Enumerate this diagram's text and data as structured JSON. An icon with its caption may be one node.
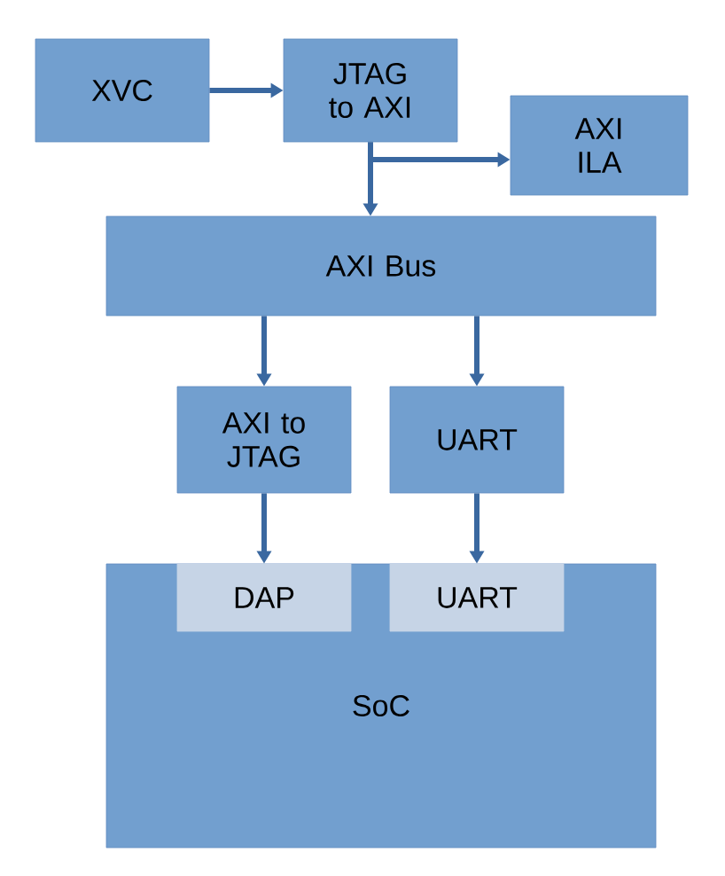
{
  "diagram": {
    "nodes": [
      {
        "text": [
          "XVC"
        ]
      },
      {
        "text": [
          "JTAG to AXI"
        ]
      },
      {
        "text": [
          "AXI ILA"
        ]
      },
      {
        "text": [
          "AXI Bus"
        ]
      },
      {
        "text": [
          "AXI to JTAG"
        ]
      },
      {
        "text": [
          "UART"
        ]
      },
      {
        "text": [
          "SoC"
        ]
      },
      {
        "text": [
          "DAP"
        ],
        "in": 6
      },
      {
        "text": [
          "UART"
        ],
        "in": 6
      }
    ],
    "edges": [
      {
        "from": 0,
        "to": 1,
        "arrow": "to"
      },
      {
        "from": 1,
        "to": 3,
        "arrow": "to"
      },
      {
        "from": 1,
        "to": 2,
        "arrow": "to"
      },
      {
        "from": 3,
        "to": 4,
        "arrow": "to"
      },
      {
        "from": 3,
        "to": 5,
        "arrow": "to"
      },
      {
        "from": 4,
        "to": 7,
        "arrow": "to"
      },
      {
        "from": 5,
        "to": 8,
        "arrow": "to"
      }
    ]
  }
}
